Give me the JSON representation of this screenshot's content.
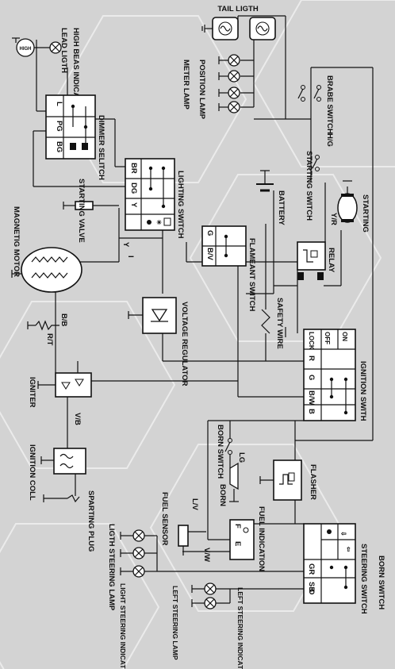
{
  "labels": {
    "tail_light": "TAIL LIGTH",
    "high_beam_indication": "HIGH BEAS INDICATION",
    "head_light": "LEAD LIGTH",
    "position_lamp": "POSITION LAMP",
    "meter_lamp": "METER LAMP",
    "brake_switch": "BRABE SWITCH",
    "h_g": "H/G",
    "starting_switch": "STARTING SWITCH",
    "battery": "BATTERY",
    "starting_motor": "STARTING",
    "y_r": "Y/R",
    "relay": "RELAY",
    "dimmer_switch": "DIMMER SELITCH",
    "lighting_switch": "LIGHTING SWITCH",
    "starting_valve": "STARTING VALVE",
    "magneto": "MAGNETIG MOTOR",
    "flameant_switch": "FLAMEANT SWITCH",
    "safety_wire": "SAFETY WIRE",
    "voltage_regulator": "VOLTAGE REGULATOR",
    "b_b": "B/B",
    "r_t": "R/T",
    "igniter": "IGNITER",
    "ignition_switch": "IGNITION SWITH",
    "v_b": "V/B",
    "ignition_coil": "IGNITION COLL",
    "spark_plug": "SPARTING PLUG",
    "horn_switch": "BORN SWITCH",
    "horn": "BORN",
    "lg": "LG",
    "flasher": "FLASHER",
    "fuel_sensor": "FUEL SENSOR",
    "fuel_indication": "FUEL INDICATION",
    "l_v": "L/V",
    "v_w": "V/W",
    "light_steering_lamp": "LIGTH STEERING LAMP",
    "light_steering_indicating_lamp": "LIGHT STEERING INDICATING LAMP",
    "left_steering_lamp": "LEFT STEERING LAMP",
    "left_steering_indicating_lamp": "LEFT STEERING INDICATING LAMP",
    "steering_switch": "STEERING SWITCH",
    "born_switch_right": "BORN SWITCH",
    "y": "Y",
    "i": "I"
  },
  "dimmer_rows": [
    "L",
    "PG",
    "BG"
  ],
  "lighting_rows": [
    "BR",
    "DG",
    "Y"
  ],
  "flameant_rows": [
    "G",
    "B/V"
  ],
  "ignition_rows": [
    "R",
    "G",
    "B/W",
    "B"
  ],
  "ignition_cols": [
    "ON",
    "OFF",
    "LOCK"
  ],
  "steering_rows": [
    "GR",
    "SB",
    "O"
  ],
  "fuel_terms": [
    "F",
    "E"
  ],
  "colors": {
    "background": "#d3d3d3",
    "line": "#111111",
    "hex_pattern": "#ffffff"
  },
  "icons": [
    "ground-icon",
    "lamp-icon",
    "switch-icon",
    "diode-icon",
    "coil-icon",
    "horn-icon"
  ]
}
